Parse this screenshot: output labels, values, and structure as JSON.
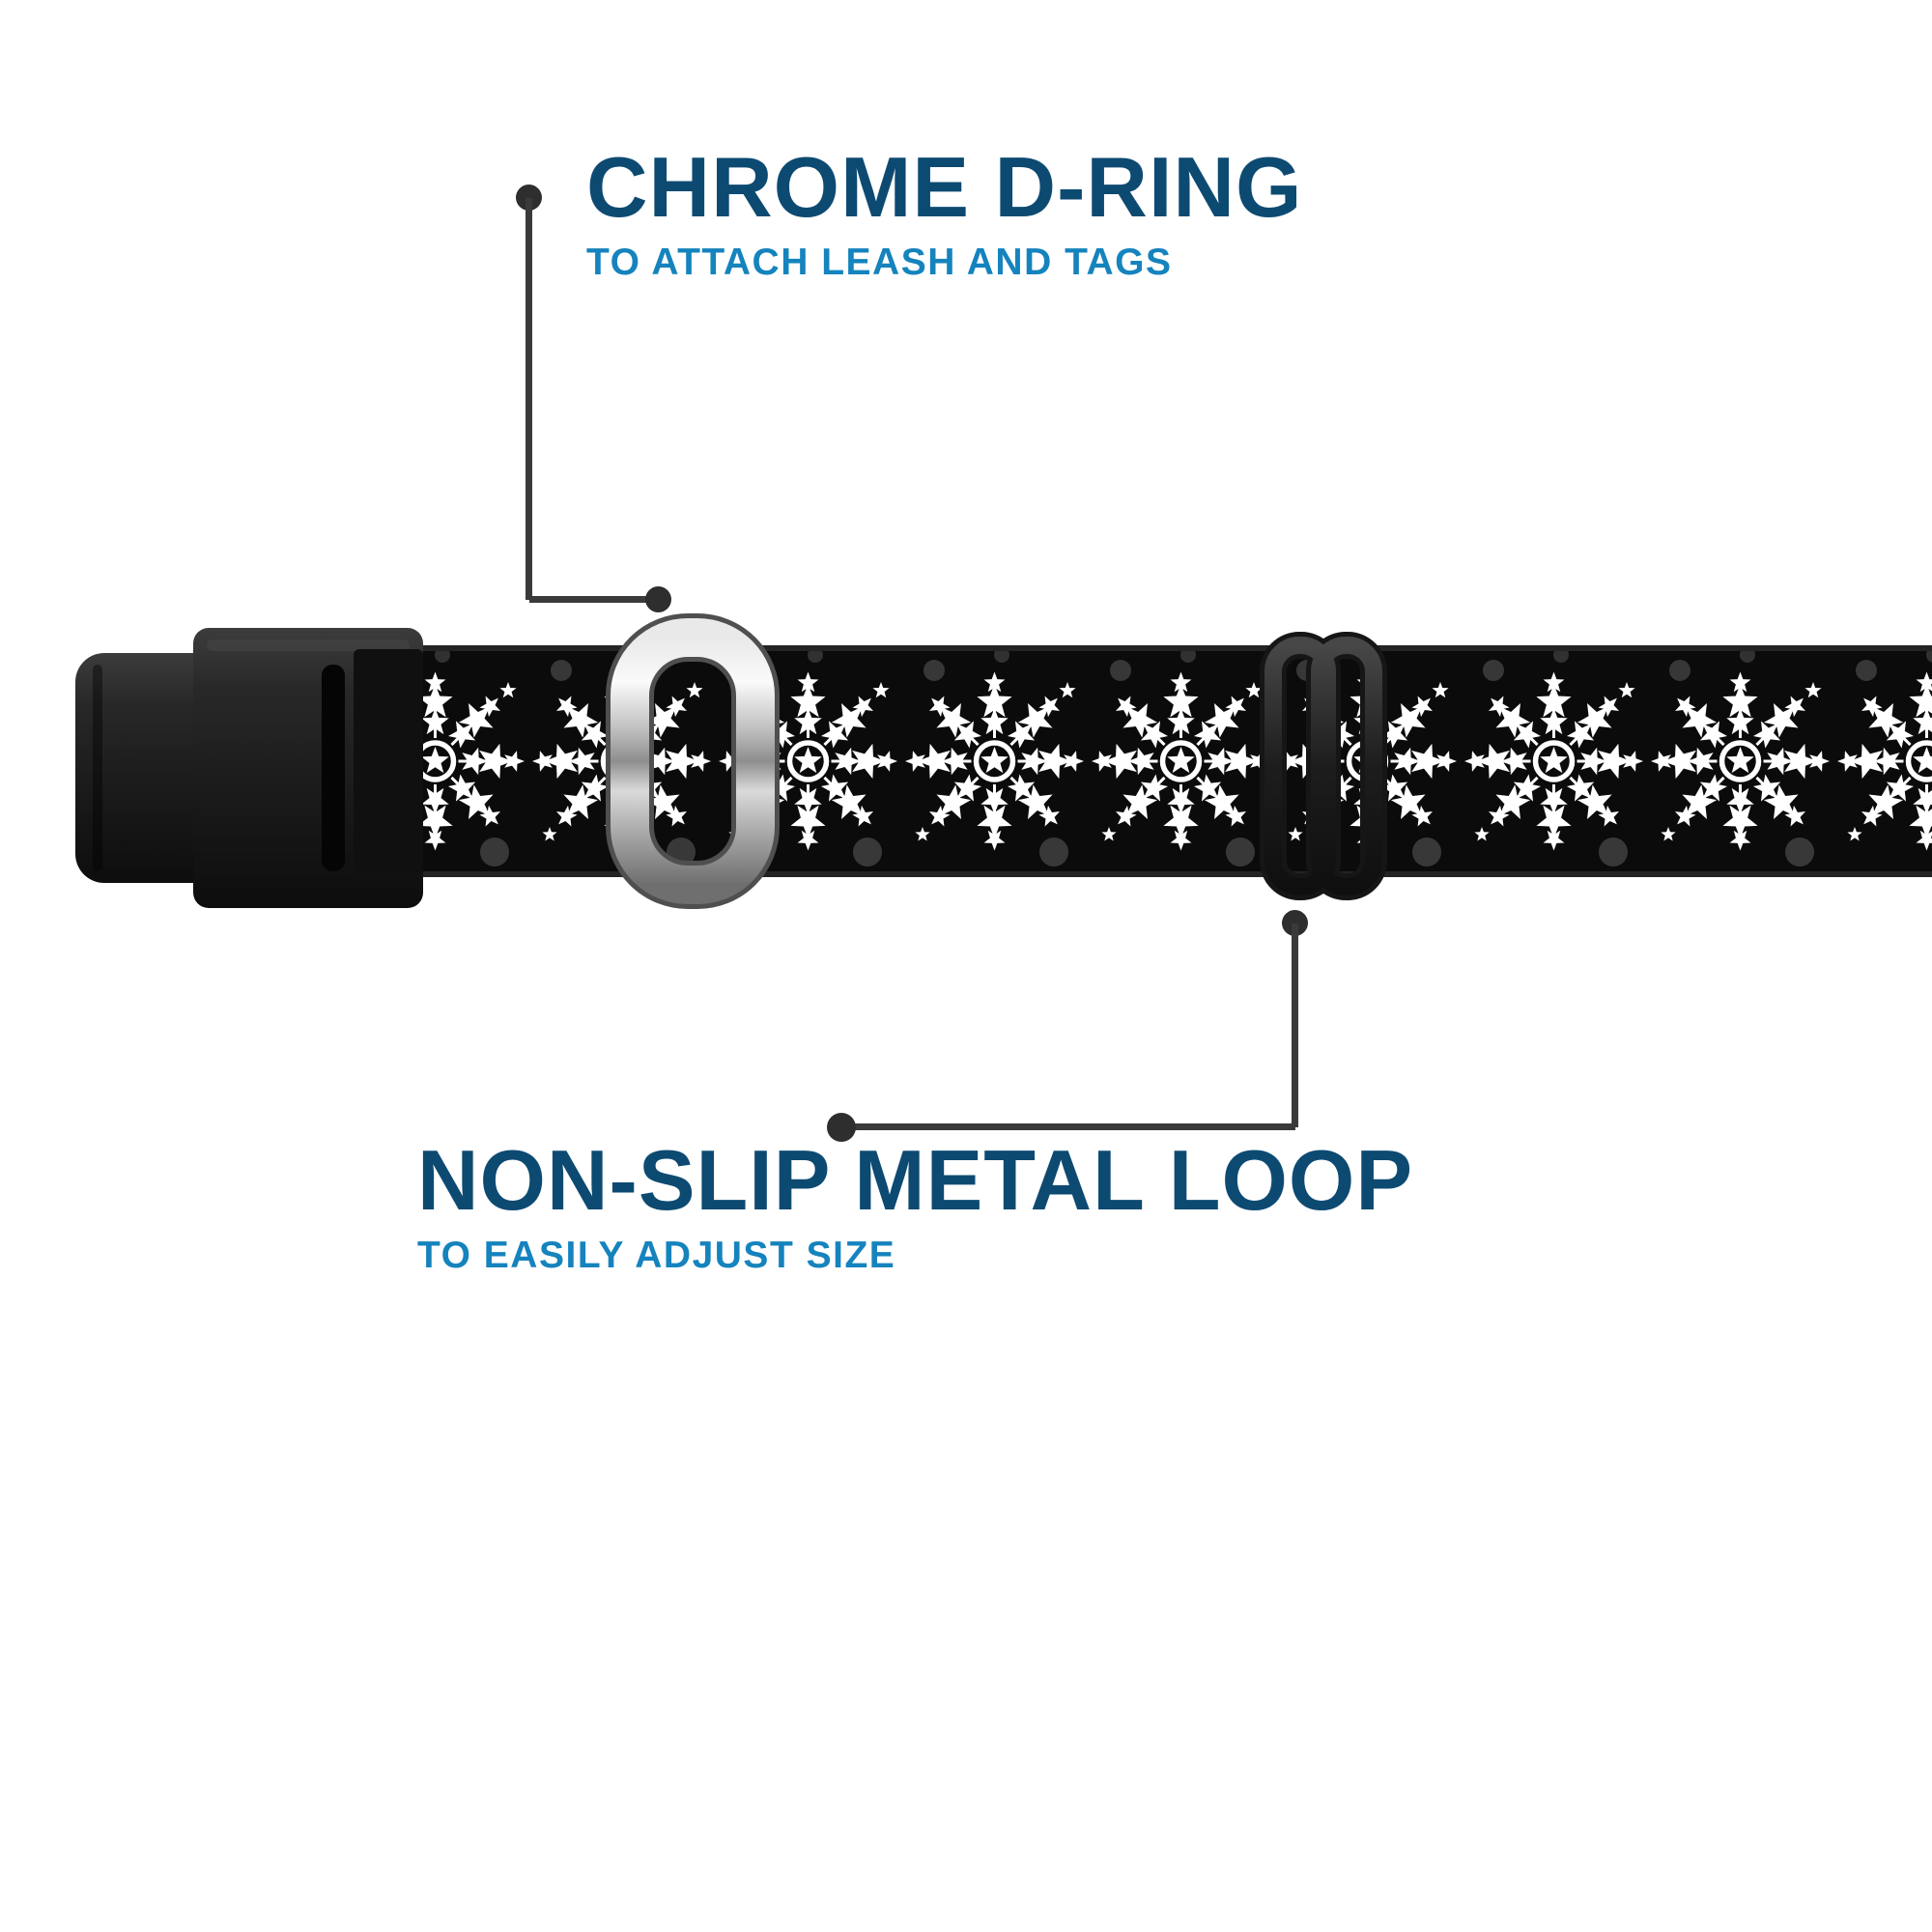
{
  "image": {
    "background": "#ffffff"
  },
  "callouts": {
    "top": {
      "title": "CHROME D-RING",
      "subtitle": "TO ATTACH LEASH AND TAGS"
    },
    "bottom": {
      "title": "NON-SLIP METAL LOOP",
      "subtitle": "TO EASILY ADJUST SIZE"
    }
  },
  "colors": {
    "title": "#0d4a72",
    "subtitle": "#1583bd",
    "callout_line": "#3a3a3a",
    "strap": "#0b0b0b",
    "snowflake": "#ffffff",
    "chrome": "#c9c9c9",
    "buckle_plastic": "#1c1c1c"
  },
  "product_parts": {
    "buckle": "black-side-release-buckle",
    "strap": "black-strap-white-snowflakes",
    "d_ring": "chrome-d-ring",
    "slider": "metal-loop-slider"
  }
}
